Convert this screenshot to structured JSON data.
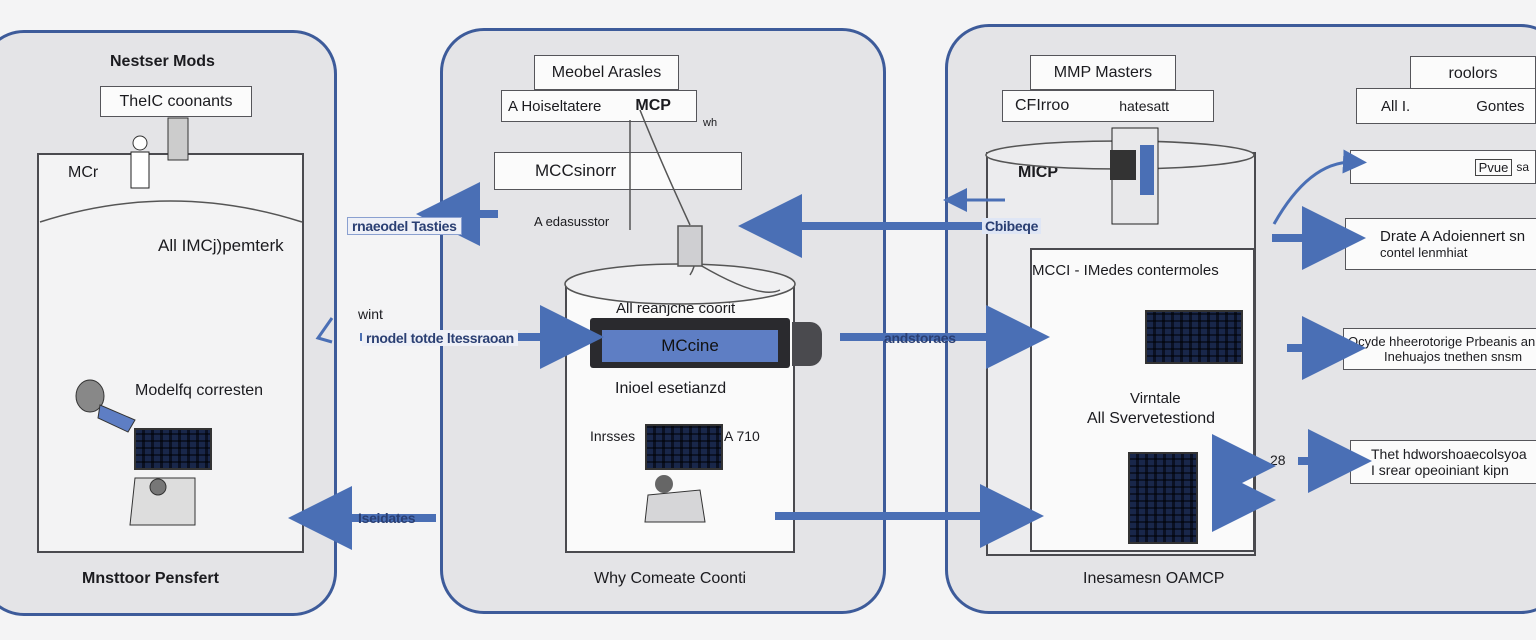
{
  "panels": {
    "p1": {
      "title": "Nestser Mods",
      "callout": "TheIC coonants",
      "inner_head": "MCr",
      "heading": "All IMCj)pemterk",
      "figure_label": "Modelfq corresten",
      "footer": "Mnsttoor Pensfert"
    },
    "p2": {
      "title_box": "Meobel Arasles",
      "subtitle": "A Hoiseltatere",
      "subtitle_bold": "MCP",
      "side_note": "wh",
      "inner_head": "MCCsinorr",
      "connector_label": "A edasusstor",
      "box_top": "All reanjche coorit",
      "band_label": "MCcine",
      "body_label": "Inioel esetianzd",
      "screen_left": "Inrsses",
      "screen_right": "A 710",
      "footer": "Why Comeate Coonti"
    },
    "p3": {
      "title_box": "MMP Masters",
      "subtitle": "CFIrroo",
      "subtitle_right": "hatesatt",
      "inner_head": "MICP",
      "heading": "MCCI - IMedes contermoles",
      "mid_line1": "Virntale",
      "mid_line2": "All Svervetestiond",
      "footer": "Inesamesn OAMCP"
    },
    "right": {
      "box1": "roolors",
      "box2": "All I.",
      "box2_right": "Gontes",
      "box3_right": "Pvue",
      "box3_tail": "sa",
      "box4_line1": "Drate A Adoiennert sn",
      "box4_line2": "contel lenmhiat",
      "box5_line1": "Ocyde hheerotorige Prbeanis an",
      "box5_line2": "Inehuajos tnethen snsm",
      "box6_line1": "Thet hdworshoaecolsyoa",
      "box6_line2": "I srear opeoiniant kipn",
      "side_label": "28"
    }
  },
  "arrows": {
    "model_features": "rnaeodel Tasties",
    "with": "wint",
    "model_features2": "rnodel totde ltessraoan",
    "andabstorts": "andstoraes",
    "bisdates": "Iseidates",
    "cisbeqe": "Cbibeqe"
  },
  "colors": {
    "accent": "#4a6fb5",
    "panel_border": "#3d5b9a",
    "band": "#5e7ec4"
  }
}
